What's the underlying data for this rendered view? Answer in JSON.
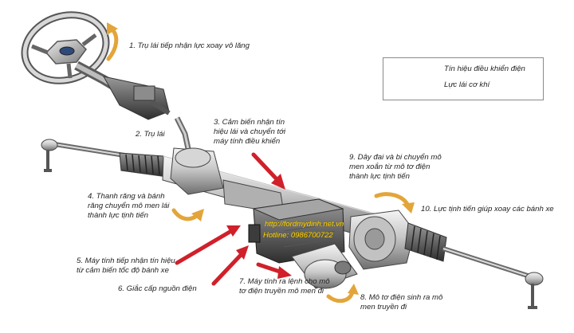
{
  "labels": {
    "l1": "1. Trụ lái tiếp nhận lực xoay vô lăng",
    "l2": "2. Trụ lái",
    "l3": "3. Cảm biến nhận tín\nhiệu lái và chuyển tới\nmáy tính điều khiển",
    "l4": "4. Thanh răng và bánh\nrăng chuyển mô men lái\nthành lực tịnh tiến",
    "l5": "5. Máy tính tiếp nhận tín hiệu\ntừ cảm biến tốc độ bánh xe",
    "l6": "6. Giắc cấp nguồn điện",
    "l7": "7. Máy tính ra lệnh cho mô\ntơ điện truyền mô men đi",
    "l8": "8. Mô tơ điện sinh ra mô\nmen truyền đi",
    "l9": "9. Dây đai và bi chuyển mô\nmen xoắn từ mô tơ điện\nthành lực tịnh tiến",
    "l10": "10. Lực tịnh tiến giúp xoay các bánh xe"
  },
  "legend": {
    "electric_label": "Tín hiệu điều khiển điện",
    "mechanical_label": "Lực lái cơ khí",
    "electric_color": "#d0202a",
    "mechanical_color": "#e3a53a"
  },
  "watermark": {
    "line1": "http://fordmydinh.net.vn",
    "line2": "Hotline: 0986700722"
  }
}
